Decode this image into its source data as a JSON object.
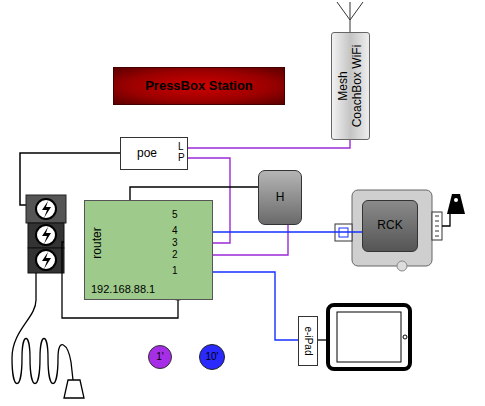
{
  "diagram": {
    "nodes": [
      {
        "text": [
          "PressBox Station"
        ]
      },
      {
        "text": [
          "Mesh CoachBox WiFi"
        ]
      },
      {
        "text": [
          "poe"
        ]
      },
      {
        "text": [
          "H"
        ]
      },
      {
        "text": [
          "router",
          "192.168.88.1"
        ]
      },
      {
        "text": [
          "RCK"
        ]
      },
      {
        "text": [
          "e-iPad"
        ]
      },
      {
        "text": [
          "1'"
        ]
      },
      {
        "text": [
          "10'"
        ]
      }
    ],
    "edges": [
      {
        "from": 2,
        "to": 1,
        "arrow": "none"
      },
      {
        "from": 2,
        "to": 4,
        "arrow": "none"
      },
      {
        "from": 3,
        "to": 4,
        "arrow": "none"
      },
      {
        "from": 3,
        "to": 4,
        "arrow": "none"
      },
      {
        "from": 4,
        "to": 5,
        "arrow": "none"
      },
      {
        "from": 4,
        "to": 6,
        "arrow": "none"
      }
    ],
    "labels": [
      "L",
      "P",
      "5",
      "4",
      "3",
      "2",
      "1"
    ]
  }
}
